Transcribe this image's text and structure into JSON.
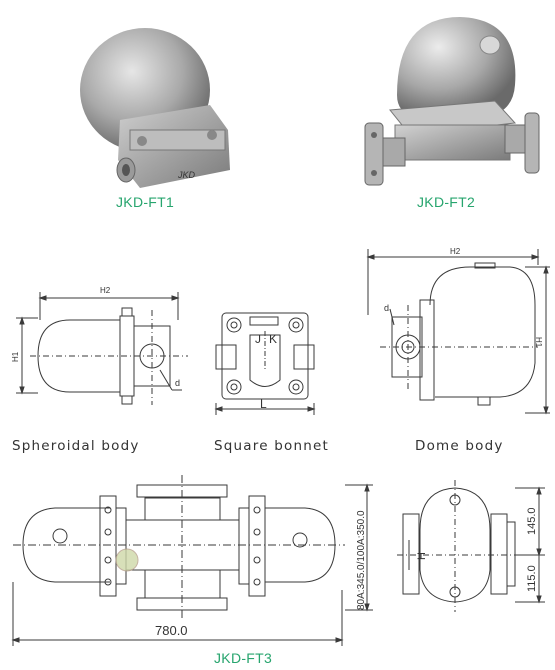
{
  "products": {
    "ft1": {
      "name": "JKD-FT1"
    },
    "ft2": {
      "name": "JKD-FT2"
    },
    "ft3": {
      "name": "JKD-FT3"
    }
  },
  "drawings": {
    "spheroidal": {
      "caption": "Spheroidal body",
      "dim_width": "H2",
      "dim_height": "H1",
      "dim_d": "d"
    },
    "square": {
      "caption": "Square bonnet",
      "dim_j": "J",
      "dim_k": "K",
      "dim_l": "L"
    },
    "dome": {
      "caption": "Dome body",
      "dim_width": "H2",
      "dim_height": "H1",
      "dim_d": "d"
    },
    "ft3_front": {
      "length": "780.0",
      "height": "80A:345.0/100A:350.0"
    },
    "ft3_side": {
      "upper": "145.0",
      "lower": "115.0",
      "h": "H"
    }
  },
  "colors": {
    "caption": "#27a56e",
    "line": "#3a3a3a"
  }
}
